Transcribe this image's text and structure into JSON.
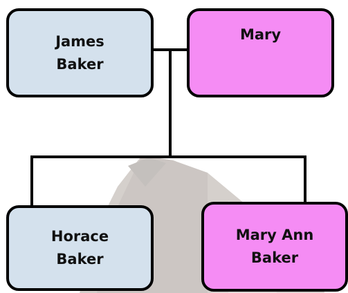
{
  "people": {
    "james": {
      "name": "James\nBaker",
      "color": "#d4e1ed"
    },
    "mary": {
      "name": "Mary",
      "color": "#f58cf4"
    },
    "horace": {
      "name": "Horace\nBaker",
      "color": "#d4e1ed"
    },
    "mary_ann": {
      "name": "Mary Ann\nBaker",
      "color": "#f58cf4"
    }
  },
  "colors": {
    "line": "#000000",
    "male": "#d4e1ed",
    "female": "#f58cf4"
  }
}
